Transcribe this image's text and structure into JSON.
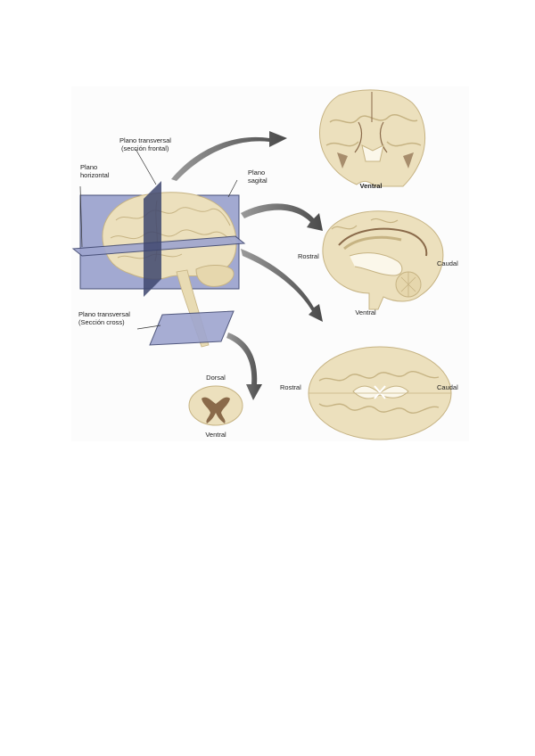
{
  "figure": {
    "labels": {
      "plane_transversal_line1": "Plano transversal",
      "plane_transversal_line2": "(sección frontal)",
      "plane_horizontal_line1": "Plano",
      "plane_horizontal_line2": "horizontal",
      "plane_sagittal_line1": "Plano",
      "plane_sagittal_line2": "sagital",
      "plane_cross_line1": "Plano transversal",
      "plane_cross_line2": "(Sección cross)",
      "coronal_ventral": "Ventral",
      "sagittal_rostral": "Rostral",
      "sagittal_caudal": "Caudal",
      "sagittal_ventral": "Ventral",
      "horizontal_rostral": "Rostral",
      "horizontal_caudal": "Caudal",
      "spinal_dorsal": "Dorsal",
      "spinal_ventral": "Ventral"
    },
    "colors": {
      "plane": "#9ea5cf",
      "plane_edge": "#3e466f",
      "brain": "#ece0bd",
      "brain_line": "#c6b383",
      "gray_matter": "#8a6a4a",
      "arrow": "#5b5b5b"
    }
  }
}
